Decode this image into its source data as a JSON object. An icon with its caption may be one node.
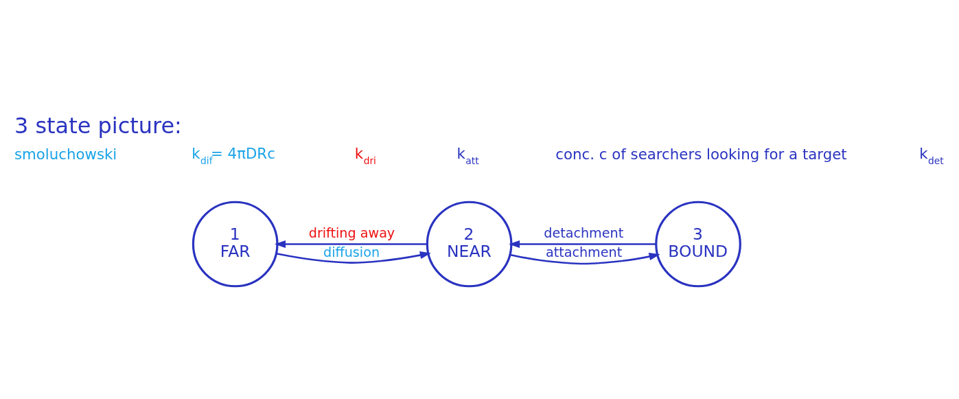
{
  "diagram": {
    "title": "3 state picture:",
    "nodes": [
      {
        "text": [
          "1",
          "FAR"
        ]
      },
      {
        "text": [
          "2",
          "NEAR"
        ]
      },
      {
        "text": [
          "3",
          "BOUND"
        ]
      }
    ],
    "edges": [
      {
        "from": 0,
        "to": 1,
        "arrow": "to",
        "label": "diffusion"
      },
      {
        "from": 1,
        "to": 0,
        "arrow": "to",
        "label": "drifting away"
      },
      {
        "from": 1,
        "to": 2,
        "arrow": "to",
        "label": "attachment"
      },
      {
        "from": 2,
        "to": 1,
        "arrow": "to",
        "label": "detachment"
      }
    ],
    "labels": [
      "conc. c of searchers looking for a target",
      "smoluchowski",
      "k$_{dif}$= 4πDRc",
      "k$_{att}$",
      "k$_{det}$",
      "k$_{dri}$"
    ]
  }
}
